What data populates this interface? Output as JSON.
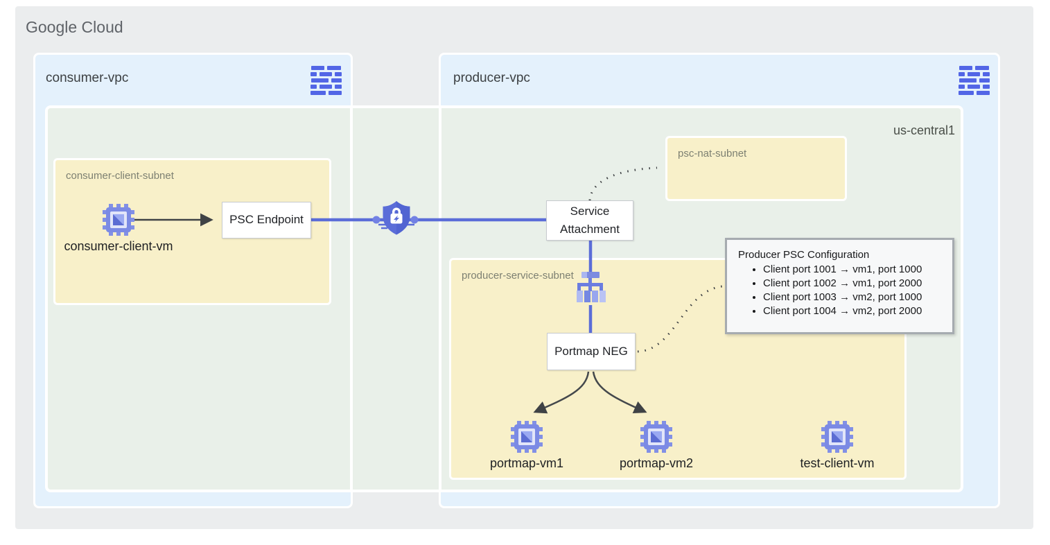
{
  "title": "Google Cloud",
  "consumer_vpc": {
    "label": "consumer-vpc"
  },
  "producer_vpc": {
    "label": "producer-vpc"
  },
  "region": {
    "label": "us-central1"
  },
  "consumer_subnet": {
    "label": "consumer-client-subnet"
  },
  "psc_nat_subnet": {
    "label": "psc-nat-subnet"
  },
  "producer_subnet": {
    "label": "producer-service-subnet"
  },
  "nodes": {
    "consumer_vm": {
      "label": "consumer-client-vm"
    },
    "psc_endpoint": {
      "label": "PSC Endpoint"
    },
    "service_attachment": {
      "label": "Service Attachment"
    },
    "portmap_neg": {
      "label": "Portmap NEG"
    },
    "portmap_vm1": {
      "label": "portmap-vm1"
    },
    "portmap_vm2": {
      "label": "portmap-vm2"
    },
    "test_client_vm": {
      "label": "test-client-vm"
    }
  },
  "config": {
    "title": "Producer PSC Configuration",
    "items": [
      "Client port 1001 → vm1, port 1000",
      "Client port 1002 → vm1, port 2000",
      "Client port 1003 → vm2, port 1000",
      "Client port 1004 → vm2, port 2000"
    ]
  },
  "icons": {
    "vpc_network_icon": "rows-of-blue-dashes",
    "compute_engine_icon": "blue-chip-with-diagonal-square",
    "load_balancer_icon": "blue-distribution-tree",
    "psc_shield_lock_icon": "indigo-shield-with-white-lock-and-bolt"
  },
  "colors": {
    "canvas_gray": "#ebedee",
    "vpc_blue": "#e4f1fc",
    "region_green": "#e9f0e9",
    "subnet_yellow": "#f8f0c9",
    "connector_indigo": "#5b6dd8",
    "icon_blue": "#5266e6",
    "arrow_dark": "#3f4245"
  }
}
